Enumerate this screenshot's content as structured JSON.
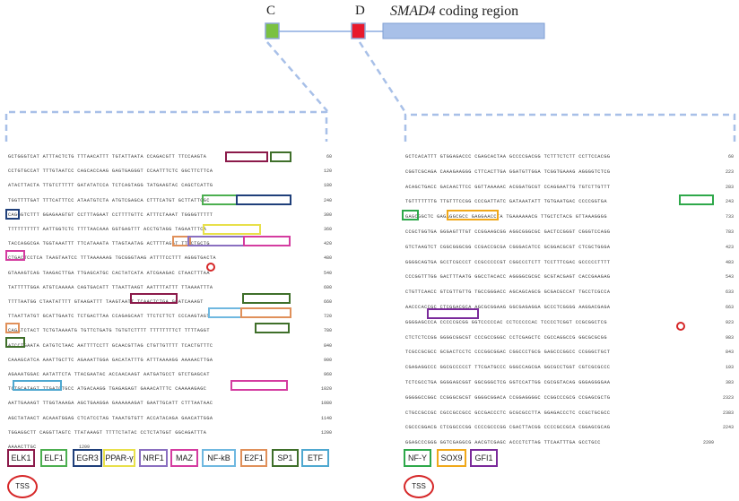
{
  "header": {
    "label_c": "C",
    "label_d": "D",
    "coding_label_italic": "SMAD4",
    "coding_label_rest": " coding region"
  },
  "colors": {
    "ELK1": "#8b1a4a",
    "ELF1": "#4caf50",
    "EGR3": "#1f3f7a",
    "PPAR-γ": "#e8e04a",
    "NRF1": "#8a6fc0",
    "MAZ": "#d43ca0",
    "NF-kB": "#6fb8e0",
    "E2F1": "#e0905a",
    "SP1": "#3f6f2a",
    "ETF": "#4fa8d0",
    "NF-Y": "#2ea84a",
    "SOX9": "#f0a81a",
    "GFI1": "#7a2a9a",
    "TSS": "#d62728",
    "exon_c": "#7ac142",
    "exon_d": "#e8192c",
    "coding": "#a8c0e8",
    "dash": "#a8c0e8"
  },
  "left_panel": {
    "rows": [
      {
        "seq": "GCTGGGTCAT ATTTACTCTG TTTAACATTT TGTATTAATA CCAGACGTT TTCCAAGTA",
        "num": "60"
      },
      {
        "seq": "CCTGTGCCAT TTTGTAATCC CAGCACCAAG GAGTGAGGGT CCAATTTCTC GGCTTCTTCA",
        "num": "120"
      },
      {
        "seq": "ATACTTACTA TTGTCTTTTT GATATATCCA TCTCAGTAGG TATGAAGTAC CAGCTCATTG",
        "num": "180"
      },
      {
        "seq": "TGGTTTTGAT TTTCATTTCC ATAATGTCTA ATGTCGAGCA CTTTCATGT GCTTATTGGC",
        "num": "240"
      },
      {
        "seq": "CAGGGTCTTT GGAGAAGTGT CCTTTAGAAT CCTTTTGTTC ATTTCTAAAT TGGGGTTTTT",
        "num": "300"
      },
      {
        "seq": "TTTTTTTTTT AATTGGTCTC TTTTAACAAA GGTGAGTTT ACCTGTAGG TAGAATTTCA",
        "num": "360"
      },
      {
        "seq": "TACCAGGCGA TGGTAAATTT TTCATAAATA TTAGTAATAG ACTTTTAGGT TTACTGCTG",
        "num": "420"
      },
      {
        "seq": "CTGACTCCTCA TAAGTAATCC TTTAAAAAAG TGCGGGTAAG ATTTTCCTTT AGGGTGACTA",
        "num": "480"
      },
      {
        "seq": "GTAAAGTCAG TAAGACTTGA TTGAGCATGC CACTATCATA ATCGAAGAC CTAACTTTAA",
        "num": "540"
      },
      {
        "seq": "TATTTTTGGA ATGTCAAAAA CAGTGACATT TTAATTAAGT AATTTTATTT TTAAAATTTA",
        "num": "600"
      },
      {
        "seq": "TTTTAATGG CTAATATTTT GTAAGATTT TAAGTAATT TCAACTCTGA GCATCAAAGT",
        "num": "660"
      },
      {
        "seq": "TTAATTATGT GCATTGAATC TCTGACTTAA CCAGAGCAAT TTCTCTTCT CCCAAGTAGT",
        "num": "720"
      },
      {
        "seq": "CAGATCTACT TCTGTAAAATG TGTTCTGATG TGTGTCTTTT TTTTTTTTCT TTTTAGGT",
        "num": "780"
      },
      {
        "seq": "ATCCTGAATA CATGTCTAAC AATTTTCCTT GCAACGTTAG CTGTTGTTTT TCACTGTTTC",
        "num": "840"
      },
      {
        "seq": "CAAAGCATCA AAATTGCTTC AGAAATTGGA GACATATTTG ATTTAAAAGG AAAAACTTGA",
        "num": "900"
      },
      {
        "seq": "AGAAATGGAC AATATTCTA TTACGAATAC ACCAACAAGT AATGATGCCT GTCTGAGCAT",
        "num": "960"
      },
      {
        "seq": "TGTGCATAGT TTGATGTGCC ATGACAAGG TGAGAGAGT GAAACATTTC CAAAAAGAGC",
        "num": "1020"
      },
      {
        "seq": "AATTGAAAGT TTGGTAAAGA AGCTGAAGGA GAAAAAAGAT GAATTGCATT CTTTAATAAC",
        "num": "1080"
      },
      {
        "seq": "AGCTATAACT ACAAATGGAG CTCATCCTAG TAAATGTGTT ACCATACAGA GAACATTGGA",
        "num": "1140"
      },
      {
        "seq": "TGGAGGCTT CAGGTTAGTC TTATAAAGT TTTTCTATAC CCTCTATGGT GGCAGATTTA",
        "num": "1200"
      },
      {
        "seq": "AAAACTTGC",
        "num": "1209"
      }
    ],
    "legend": [
      "ELK1",
      "ELF1",
      "EGR3",
      "PPAR-γ",
      "NRF1",
      "MAZ",
      "NF-kB",
      "E2F1",
      "SP1",
      "ETF"
    ],
    "tss_label": "TSS"
  },
  "right_panel": {
    "rows": [
      {
        "seq": "GCTCACATTT GTGGAGACCC CGAGCACTAA GCCCCGACGG TCTTTCTCTT CCTTCCACGG",
        "num": "60"
      },
      {
        "seq": "CGGTCGCAGA CAAAGAAGGG CTTCACTTGA GGATGTTGGA TCGGTGAAAG AGGGGTCTCG",
        "num": "223"
      },
      {
        "seq": "ACAGCTGACC GACAACTTCC GGTTAAAAAC ACGGATGCGT CCAGGAATTG TGTCTTGTTT",
        "num": "283"
      },
      {
        "seq": "TGTTTTTTTG TTGTTTCCGG CCCGATTATC GATAAATATT TGTGAATGAC CCCCGGTGA",
        "num": "243"
      },
      {
        "seq": "GAGCGGCTC GAGAGGCGCC GAGGAACCTA TGAAAAAACG TTGCTCTACG GTTAAAGGGG",
        "num": "733"
      },
      {
        "seq": "CCGCTGGTGA GGGAGTTTGT CCGGAAGCGG AGGCGGGCGC GACTCCGGGT CGGGTCCAGG",
        "num": "783"
      },
      {
        "seq": "GTCTAAGTCT CGGCGGGCGG CCGACCGCGA CGGGACATCC GCGGACGCGT CTCGCTGGGA",
        "num": "423"
      },
      {
        "seq": "GGGGCAGTGA GCCTCGCCCT CCGCCCCCGT CGGCCCTCTT TCCTTTCGAC GCCCCCTTTT",
        "num": "483"
      },
      {
        "seq": "CCCGGTTTGG GACTTTAATG GGCCTACACC AGGGGCGCGC GCGTACGAGT CACCGAAGAG",
        "num": "543"
      },
      {
        "seq": "CTGTTCAACC GTCGTTGTTG TGCCGGGACC AGCAGCAGCG GCGACGCCAT TGCCTCGCCA",
        "num": "633"
      },
      {
        "seq": "AACCCACCGC CTCGGACGCA AGCGCGGAAG GGCGAGAGGA GCCCTCGGGG AAGGACGAGA",
        "num": "663"
      },
      {
        "seq": "GGGGAGCCCA CCCCCGCGG GGTCCCCCAC CCTCCCCCAC TCCCCTCGGT CCGCGGCTCG",
        "num": "923"
      },
      {
        "seq": "CTCTCTCCGG GGGGCGGCGT CCCGCCGGGC CCTCGAGCTC CGCCAGGCCG GGCGCGCGG",
        "num": "983"
      },
      {
        "seq": "TCGCCGCGCC GCGACTCCTC CCCGGCGGAC CGGCCCTGCG GAGCCCGGCC CCGGGCTGCT",
        "num": "843"
      },
      {
        "seq": "CGAGAGGCCC GGCGCCCCCT TTCGATGCCC GGGCCAGCGA GGCGCCTGGT CGTCGCGCCC",
        "num": "103"
      },
      {
        "seq": "TCTCGCCTGA GGGGAGCGGT GGCGGGCTCG GGTCCATTGG CGCGGTACAG GGGAGGGGAA",
        "num": "383"
      },
      {
        "seq": "GGGGGCCGGC CCGGGCGCGT GGGGCGGACA CCGGAGGGGC CCGGCCCGCG CCGAGCGCTG",
        "num": "2323"
      },
      {
        "seq": "CTGCCGCCGC CGCCGCCGCC GCCGACCCTC GCGCGCCTTA GGAGACCCTC CCGCTGCGCC",
        "num": "2383"
      },
      {
        "seq": "CGCCCGGACG CTCGGCCCGG CCCCGCCCGG CGACTTACGG CCCCGCCGCA CGGAGCGCAG",
        "num": "2243"
      },
      {
        "seq": "GGAGCCCGGG GGTCGAGGCG AACGTCGAGC ACCCTCTTAG TTCAATTTGA GCCTGCC",
        "num": "2209"
      }
    ],
    "legend": [
      "NF-Y",
      "SOX9",
      "GFI1"
    ],
    "tss_label": "TSS"
  }
}
